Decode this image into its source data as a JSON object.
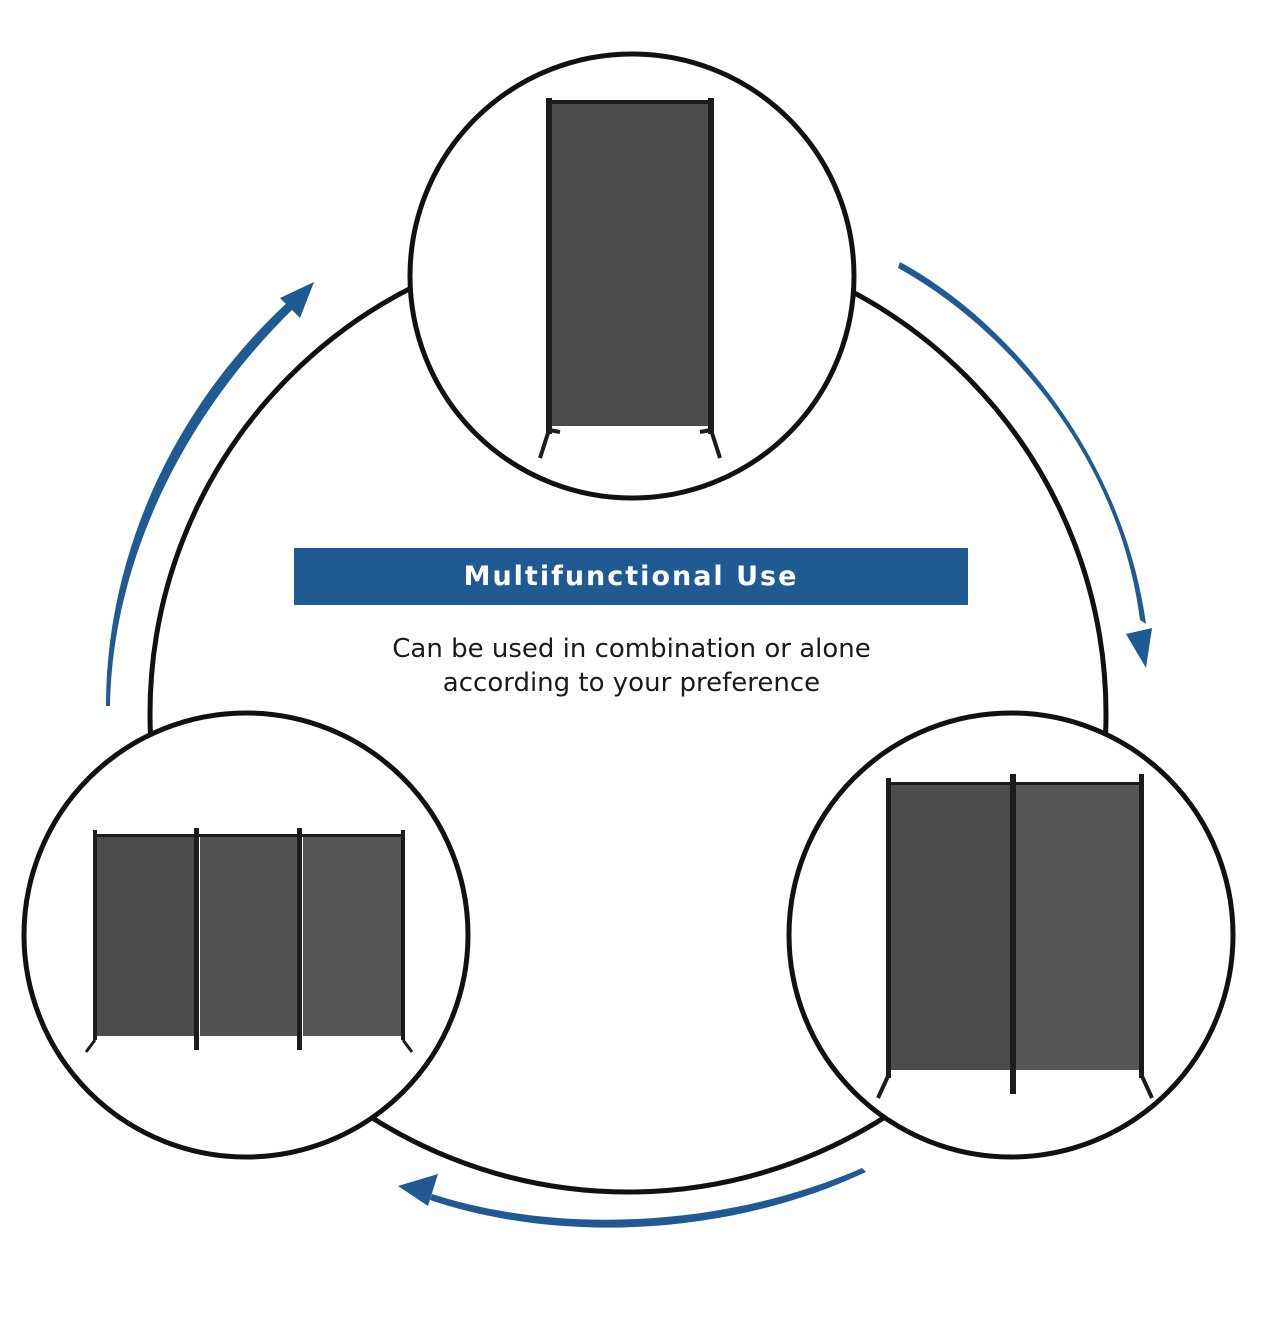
{
  "banner": {
    "title": "Multifunctional Use"
  },
  "description": {
    "line1": "Can be used in combination or alone",
    "line2": "according to your preference"
  },
  "colors": {
    "accent": "#1f5a92",
    "outline": "#111111",
    "panel": "#4a4a4a",
    "frame": "#1c1c1c",
    "background": "#ffffff"
  },
  "configurations": [
    {
      "name": "single-panel-divider",
      "panels": 1
    },
    {
      "name": "two-panel-divider",
      "panels": 2
    },
    {
      "name": "three-panel-divider",
      "panels": 3
    }
  ],
  "cycle_direction": "clockwise"
}
